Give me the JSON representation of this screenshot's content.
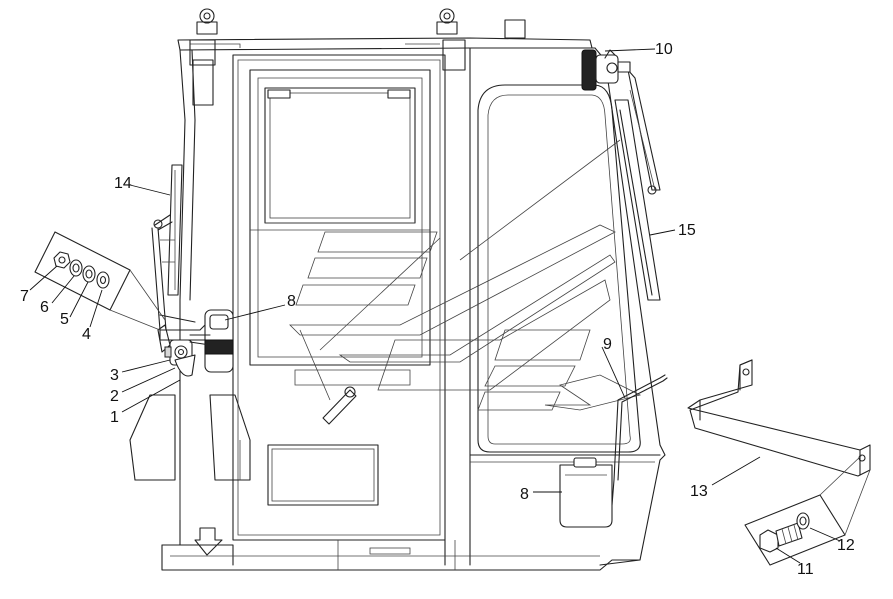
{
  "callouts": {
    "c1": "1",
    "c2": "2",
    "c3": "3",
    "c4": "4",
    "c5": "5",
    "c6": "6",
    "c7": "7",
    "c8_top": "8",
    "c8_bottom": "8",
    "c9": "9",
    "c10": "10",
    "c11": "11",
    "c12": "12",
    "c13": "13",
    "c14": "14",
    "c15": "15"
  }
}
